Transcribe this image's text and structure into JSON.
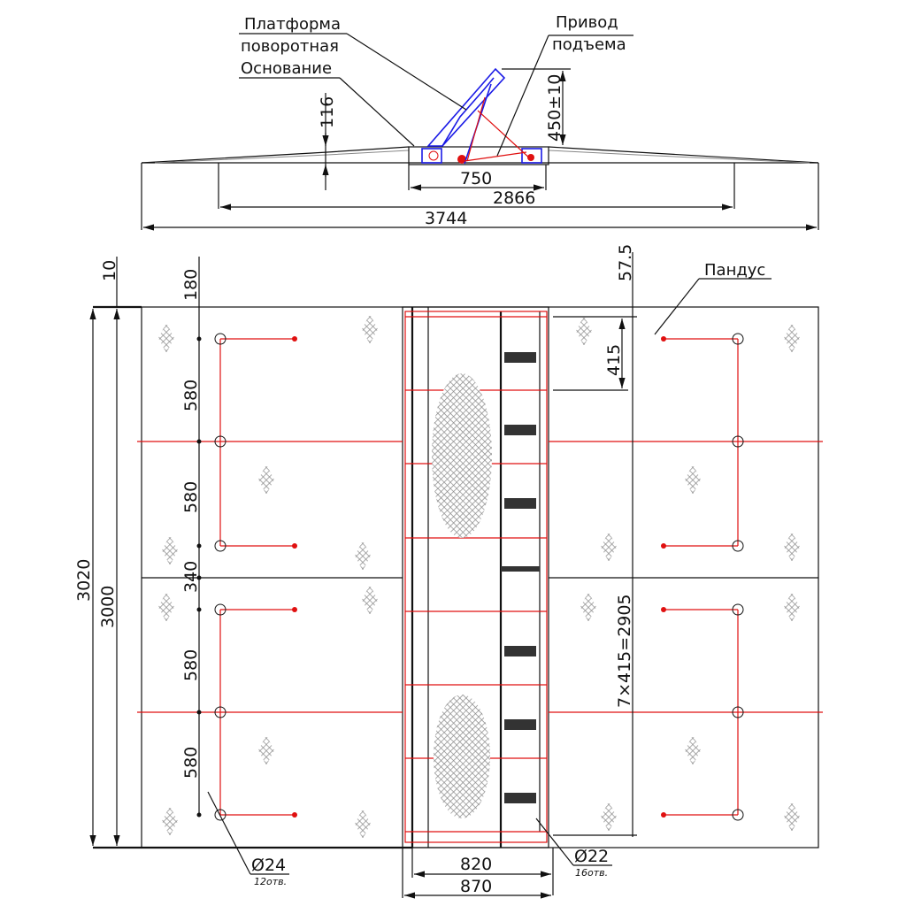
{
  "elevation": {
    "labels": {
      "platform_line1": "Платформа",
      "platform_line2": "поворотная",
      "base": "Основание",
      "drive_line1": "Привод",
      "drive_line2": "подъема"
    },
    "dimensions": {
      "height_base": "116",
      "lift_height": "450±10",
      "base_width": "750",
      "inner_width": "2866",
      "total_width": "3744"
    }
  },
  "plan": {
    "labels": {
      "ramp": "Пандус"
    },
    "dimensions": {
      "left_gap": "10",
      "top_offset": "180",
      "spacing_1": "580",
      "spacing_2": "580",
      "middle": "340",
      "spacing_3": "580",
      "spacing_4": "580",
      "total_length": "3020",
      "inner_length": "3000",
      "right_offset": "57.5",
      "pitch_first": "415",
      "pitch_total": "7×415=2905",
      "platform_width": "820",
      "overall_width": "870"
    },
    "holes": [
      {
        "diameter": "Ø24",
        "count": "12отв."
      },
      {
        "diameter": "Ø22",
        "count": "16отв."
      }
    ]
  },
  "colors": {
    "outline": "#111111",
    "axis": "#e01010",
    "platform": "#1a1ae6"
  }
}
